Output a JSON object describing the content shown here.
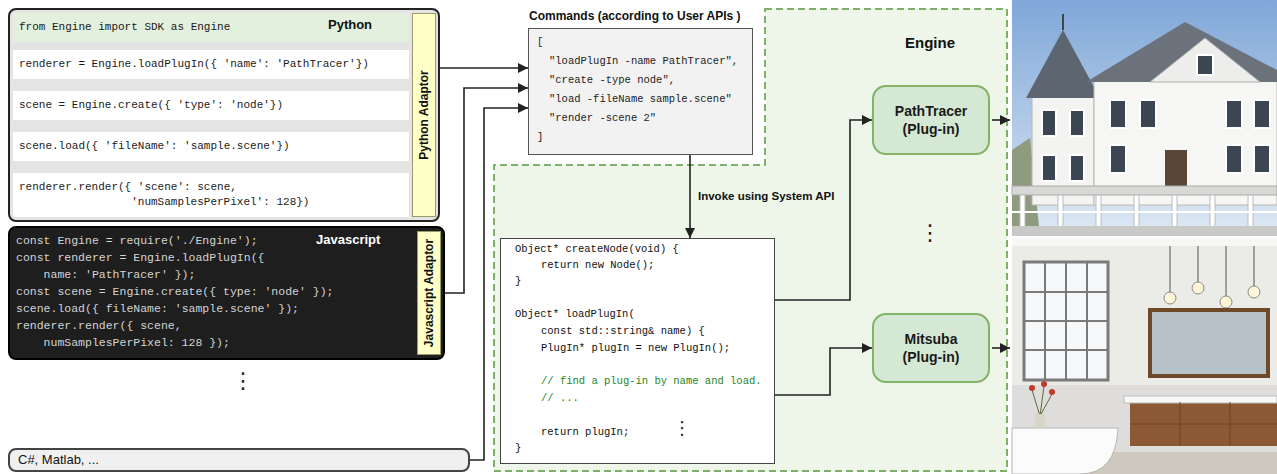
{
  "diagram": {
    "nodes": [
      {
        "text": [
          "from Engine import SDK as Engine",
          "Python",
          "renderer = Engine.loadPlugIn({ 'name': 'PathTracer'})",
          "scene = Engine.create({ 'type': 'node'})",
          "scene.load({ 'fileName': 'sample.scene'})",
          "renderer.render({ 'scene': scene, 'numSamplesPerPixel': 128})"
        ]
      },
      {
        "text": [
          "Python Adaptor"
        ],
        "in": 0
      },
      {
        "text": [
          "const Engine = require('./Engine');",
          "Javascript",
          "const renderer = Engine.loadPlugIn({ name: 'PathTracer' });",
          "const scene = Engine.create({ type: 'node' });",
          "scene.load({ fileName: 'sample.scene' });",
          "renderer.render({ scene, numSamplesPerPixel: 128 });"
        ]
      },
      {
        "text": [
          "Javascript Adaptor"
        ],
        "in": 2
      },
      {
        "text": [
          "C#, Matlab, ..."
        ]
      },
      {
        "text": [
          "Commands (according to User APIs )",
          "[",
          "\"loadPlugIn -name PathTracer\",",
          "\"create -type node\",",
          "\"load -fileName sample.scene\"",
          "\"render -scene 2\"",
          "]"
        ]
      },
      {
        "text": [
          "Engine",
          "⋮"
        ]
      },
      {
        "text": [
          "Object* createNode(void) {",
          "return new Node();",
          "}",
          "Object* loadPlugIn(",
          "const std::string& name) {",
          "PlugIn* plugIn = new PlugIn();",
          "// find a plug-in by name and load.",
          "// ...",
          "return plugIn;",
          "}",
          "⋮"
        ],
        "in": 6
      },
      {
        "text": [
          "PathTracer (Plug-in)"
        ],
        "in": 6
      },
      {
        "text": [
          "Mitsuba (Plug-in)"
        ],
        "in": 6
      }
    ],
    "edges": [
      {
        "from": 1,
        "to": 5,
        "arrow": "to"
      },
      {
        "from": 3,
        "to": 5,
        "arrow": "to"
      },
      {
        "from": 4,
        "to": 5,
        "arrow": "to"
      },
      {
        "from": 5,
        "to": 7,
        "arrow": "to",
        "label": "Invoke using System API"
      },
      {
        "from": 7,
        "to": 8,
        "arrow": "to"
      },
      {
        "from": 7,
        "to": 9,
        "arrow": "to"
      }
    ],
    "labels": [
      "⋮"
    ]
  }
}
